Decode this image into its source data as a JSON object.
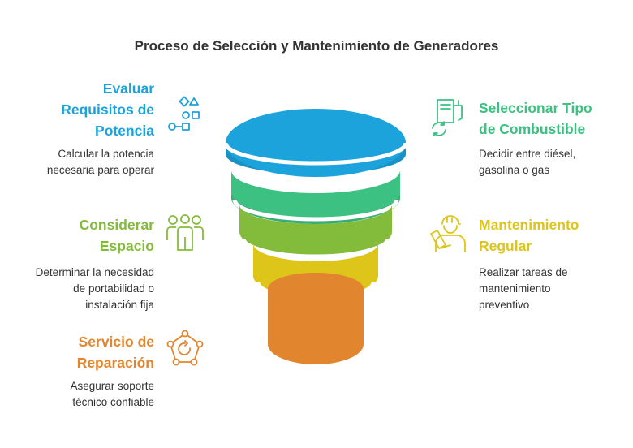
{
  "title": "Proceso de Selección y Mantenimiento de Generadores",
  "colors": {
    "blue": "#1CA3DC",
    "teal": "#3DC182",
    "green": "#83BC3A",
    "yellow": "#DEC51A",
    "orange": "#E2852F",
    "text": "#333333"
  },
  "steps": [
    {
      "heading": "Evaluar\nRequisitos de\nPotencia",
      "description": "Calcular la potencia\nnecesaria para operar",
      "icon": "shapes-icon",
      "color": "#1CA3DC"
    },
    {
      "heading": "Seleccionar Tipo\nde Combustible",
      "description": "Decidir entre diésel,\ngasolina o gas",
      "icon": "fuel-pump-icon",
      "color": "#3DC182"
    },
    {
      "heading": "Considerar\nEspacio",
      "description": "Determinar la necesidad\nde portabilidad o\ninstalación fija",
      "icon": "people-icon",
      "color": "#83BC3A"
    },
    {
      "heading": "Mantenimiento\nRegular",
      "description": "Realizar tareas de\nmantenimiento\npreventivo",
      "icon": "worker-icon",
      "color": "#DEC51A"
    },
    {
      "heading": "Servicio de\nReparación",
      "description": "Asegurar soporte\ntécnico confiable",
      "icon": "repair-cycle-icon",
      "color": "#E2852F"
    }
  ]
}
